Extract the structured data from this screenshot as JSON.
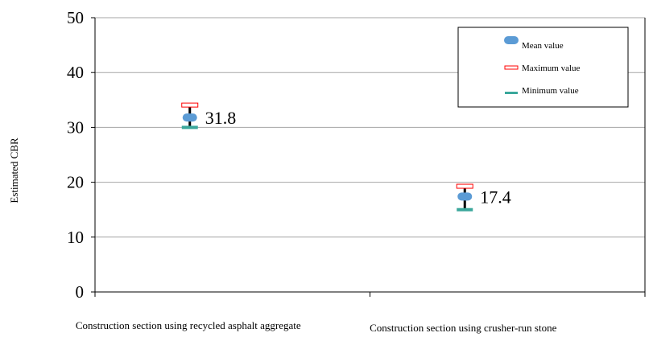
{
  "chart_data": {
    "type": "scatter",
    "title": "",
    "xlabel": "",
    "ylabel": "Estimated CBR",
    "ylim": [
      0,
      50
    ],
    "yticks": [
      0,
      10,
      20,
      30,
      40,
      50
    ],
    "grid": true,
    "legend_position": "top-right",
    "categories": [
      "Construction section using recycled asphalt aggregate",
      "Construction section using crusher-run stone"
    ],
    "series": [
      {
        "name": "Mean value",
        "values": [
          31.8,
          17.4
        ],
        "color": "#5b9bd5"
      },
      {
        "name": "Maximum value",
        "values": [
          34.0,
          19.2
        ],
        "color": "#ff0000"
      },
      {
        "name": "Minimum value",
        "values": [
          30.0,
          15.0
        ],
        "color": "#3aa79b"
      }
    ],
    "data_labels": [
      "31.8",
      "17.4"
    ]
  }
}
